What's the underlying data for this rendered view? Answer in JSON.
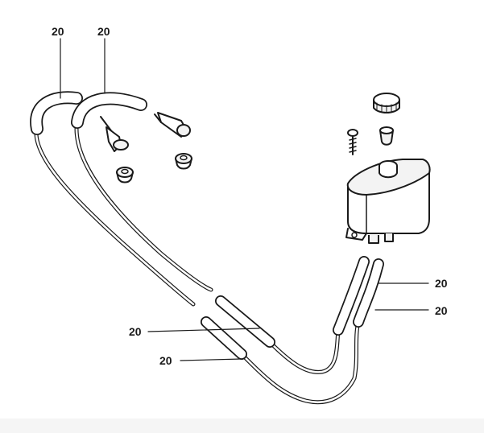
{
  "callouts": {
    "top_left_1": "20",
    "top_left_2": "20",
    "right_upper": "20",
    "right_lower": "20",
    "mid_upper": "20",
    "mid_lower": "20"
  },
  "colors": {
    "ink": "#1a1a1a",
    "paper": "#ffffff"
  }
}
